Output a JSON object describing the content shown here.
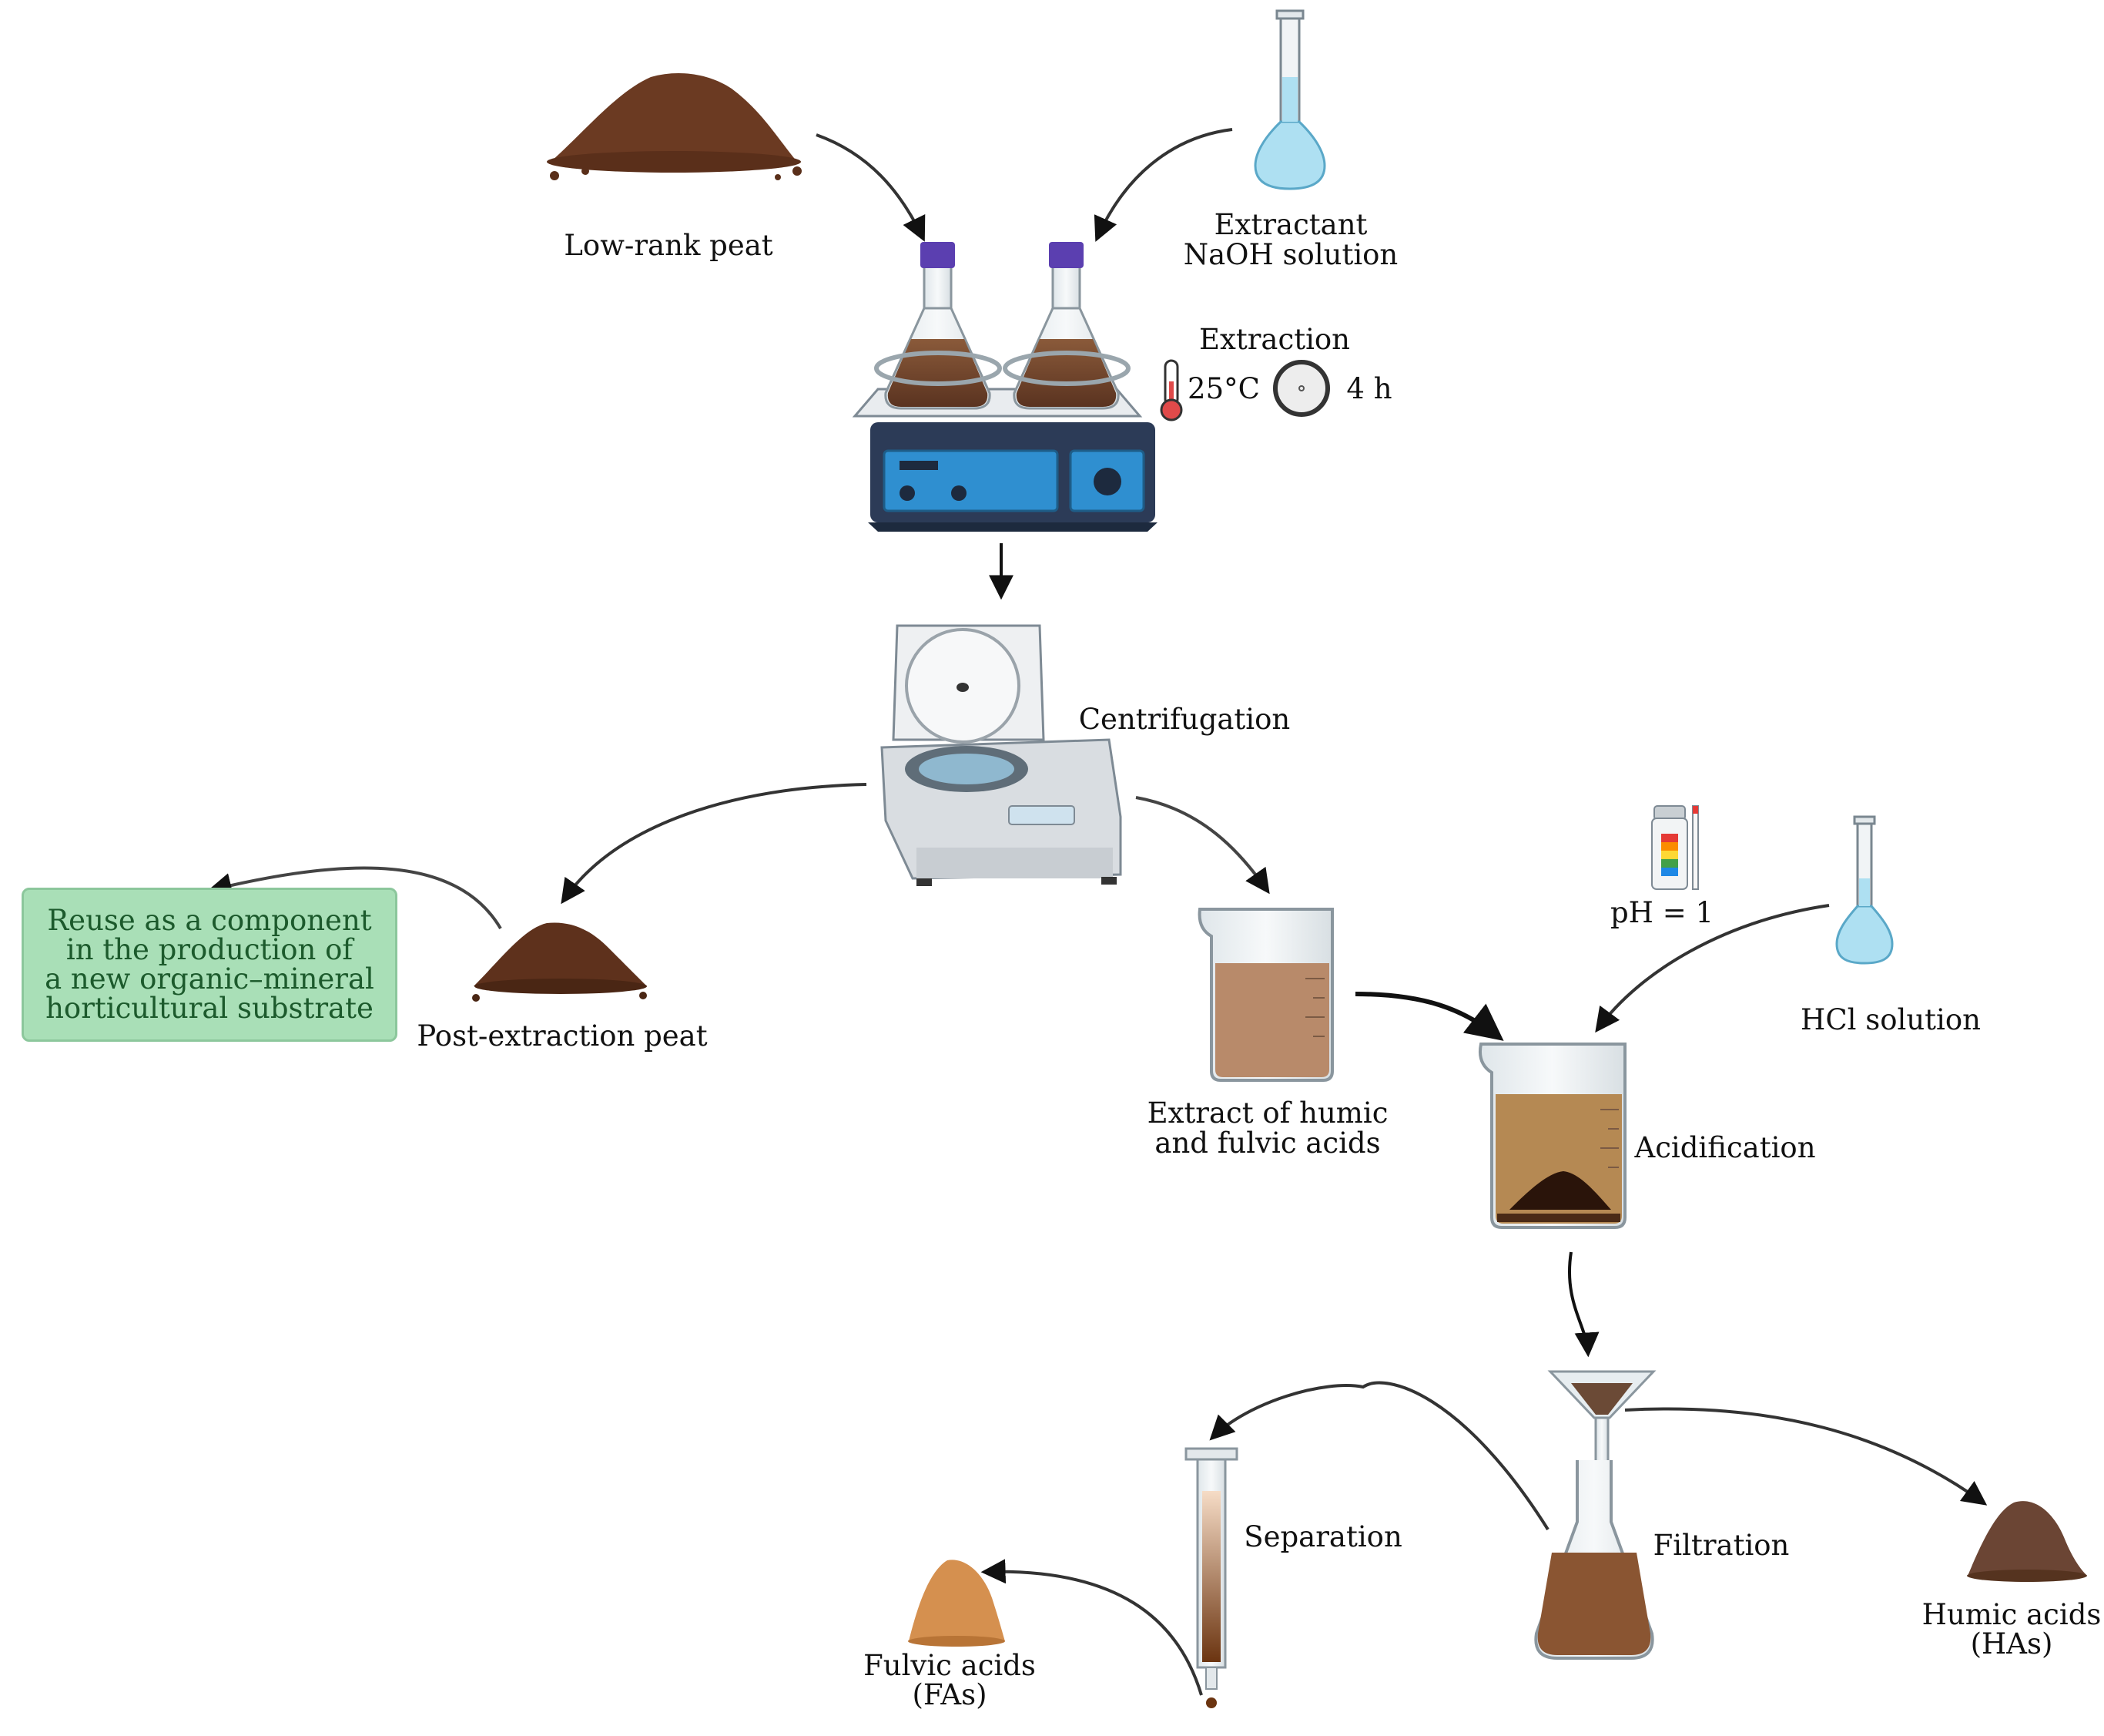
{
  "labels": {
    "low_rank_peat": "Low-rank peat",
    "extractant_line1": "Extractant",
    "extractant_line2": "NaOH solution",
    "extraction": "Extraction",
    "temperature": "25°C",
    "time": "4 h",
    "centrifugation": "Centrifugation",
    "post_extraction_peat": "Post-extraction peat",
    "extract_line1": "Extract of humic",
    "extract_line2": "and fulvic acids",
    "ph": "pH = 1",
    "hcl_solution": "HCl solution",
    "acidification": "Acidification",
    "filtration": "Filtration",
    "humic_line1": "Humic acids",
    "humic_line2": "(HAs)",
    "separation": "Separation",
    "fulvic_line1": "Fulvic acids",
    "fulvic_line2": "(FAs)"
  },
  "reuse_box": {
    "line1": "Reuse as a component",
    "line2": "in the production of",
    "line3": "a new organic–mineral",
    "line4": "horticultural substrate"
  },
  "colors": {
    "reuse_fill": "#a9dfb7",
    "reuse_text": "#1c5a2c",
    "peat": "#6b3a22",
    "extract_liquid": "#b88a6a",
    "instrument_blue": "#2f8fd0",
    "flask_cap": "#5b3fb0",
    "solution_blue": "#aee0f2"
  },
  "icons": [
    "thermometer-icon",
    "clock-icon",
    "ph-strip-icon"
  ]
}
